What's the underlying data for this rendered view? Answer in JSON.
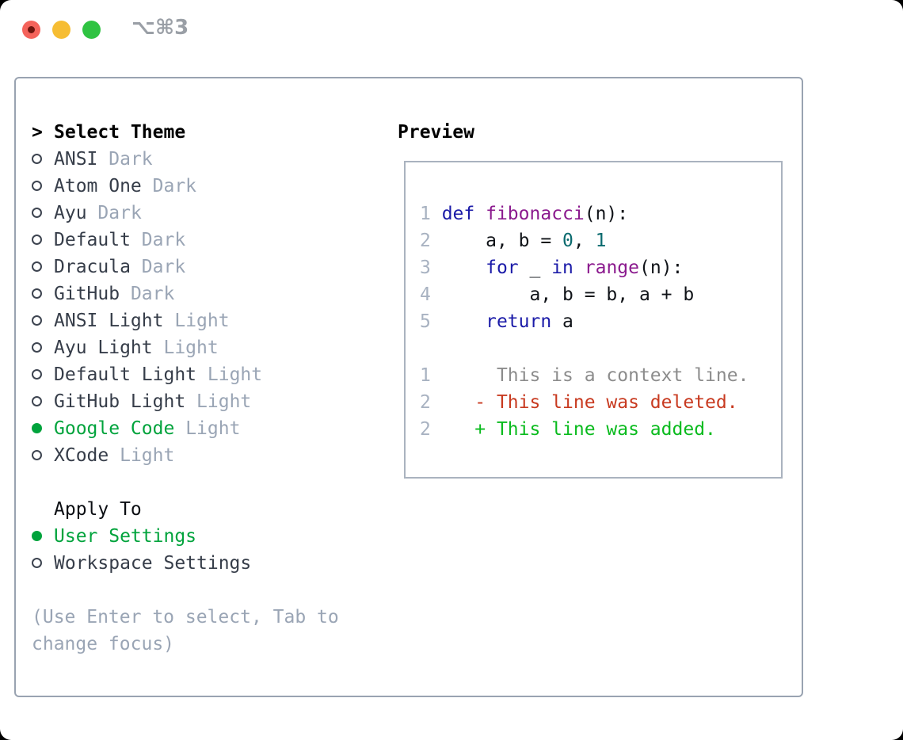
{
  "window": {
    "shortcut_label": "⌥⌘3"
  },
  "colors": {
    "light_red": "#f4635b",
    "light_red_dot": "#6e150e",
    "light_yellow": "#f6bd33",
    "light_green": "#2fc342",
    "shortcut_gray": "#9a9fa6",
    "border_gray": "#99a3b1",
    "preview_border_gray": "#aab3bf",
    "text_dark": "#363d49",
    "ring_gray": "#3d4450",
    "muted_gray": "#9aa5b5",
    "accent_green": "#00a33c",
    "line_number_gray": "#a8b2c1",
    "keyword_blue": "#1b1ba8",
    "function_purple": "#8b1a8e",
    "number_teal": "#0a6a6e",
    "code_plain": "#101318",
    "context_gray": "#8c8c8c",
    "deleted_red": "#c83a20",
    "added_green": "#0abb1e"
  },
  "theme_panel": {
    "header": {
      "prompt": ">",
      "label": "Select Theme"
    },
    "themes": [
      {
        "name": "ANSI",
        "variant": "Dark",
        "selected": false
      },
      {
        "name": "Atom One",
        "variant": "Dark",
        "selected": false
      },
      {
        "name": "Ayu",
        "variant": "Dark",
        "selected": false
      },
      {
        "name": "Default",
        "variant": "Dark",
        "selected": false
      },
      {
        "name": "Dracula",
        "variant": "Dark",
        "selected": false
      },
      {
        "name": "GitHub",
        "variant": "Dark",
        "selected": false
      },
      {
        "name": "ANSI Light",
        "variant": "Light",
        "selected": false
      },
      {
        "name": "Ayu Light",
        "variant": "Light",
        "selected": false
      },
      {
        "name": "Default Light",
        "variant": "Light",
        "selected": false
      },
      {
        "name": "GitHub Light",
        "variant": "Light",
        "selected": false
      },
      {
        "name": "Google Code",
        "variant": "Light",
        "selected": true
      },
      {
        "name": "XCode",
        "variant": "Light",
        "selected": false
      }
    ],
    "apply_to": {
      "label": "Apply To",
      "options": [
        {
          "name": "User Settings",
          "selected": true
        },
        {
          "name": "Workspace Settings",
          "selected": false
        }
      ]
    },
    "hint": "(Use Enter to select, Tab to change focus)"
  },
  "preview": {
    "title": "Preview",
    "lines": [
      {
        "num": "1",
        "segments": [
          {
            "t": "def",
            "c": "kw"
          },
          {
            "t": " ",
            "c": "pl"
          },
          {
            "t": "fibonacci",
            "c": "fn"
          },
          {
            "t": "(n):",
            "c": "pl"
          }
        ]
      },
      {
        "num": "2",
        "segments": [
          {
            "t": "    a, b = ",
            "c": "pl"
          },
          {
            "t": "0",
            "c": "nm"
          },
          {
            "t": ", ",
            "c": "pl"
          },
          {
            "t": "1",
            "c": "nm"
          }
        ]
      },
      {
        "num": "3",
        "segments": [
          {
            "t": "    ",
            "c": "pl"
          },
          {
            "t": "for",
            "c": "kw"
          },
          {
            "t": " _ ",
            "c": "pl"
          },
          {
            "t": "in",
            "c": "kw"
          },
          {
            "t": " ",
            "c": "pl"
          },
          {
            "t": "range",
            "c": "fn"
          },
          {
            "t": "(n):",
            "c": "pl"
          }
        ]
      },
      {
        "num": "4",
        "segments": [
          {
            "t": "        a, b = b, a + b",
            "c": "pl"
          }
        ]
      },
      {
        "num": "5",
        "segments": [
          {
            "t": "    ",
            "c": "pl"
          },
          {
            "t": "return",
            "c": "kw"
          },
          {
            "t": " a",
            "c": "pl"
          }
        ]
      },
      {
        "num": "",
        "segments": []
      },
      {
        "num": "1",
        "segments": [
          {
            "t": "     This is a context line.",
            "c": "ctx"
          }
        ]
      },
      {
        "num": "2",
        "segments": [
          {
            "t": "   - This line was deleted.",
            "c": "del"
          }
        ]
      },
      {
        "num": "2",
        "segments": [
          {
            "t": "   + This line was added.",
            "c": "add"
          }
        ]
      }
    ]
  }
}
